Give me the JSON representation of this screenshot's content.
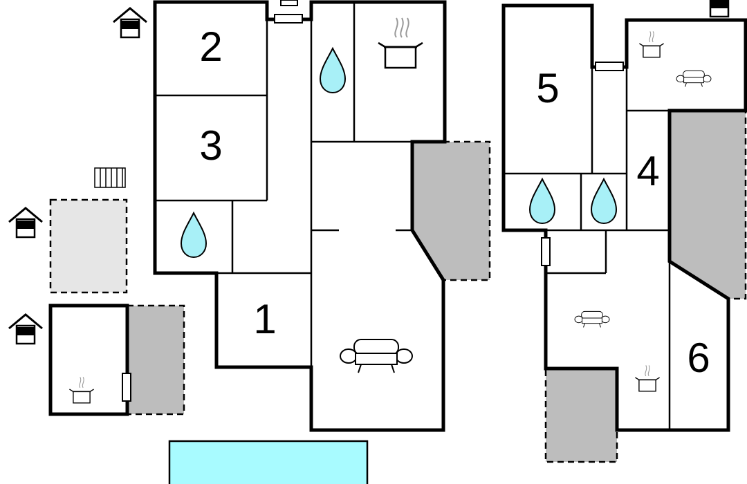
{
  "colors": {
    "background": "#ffffff",
    "wall": "#000000",
    "terrace_dark": "#bdbdbd",
    "terrace_light": "#e6e6e6",
    "pool": "#a8fbff",
    "water_drop": "#a8f0f7"
  },
  "rooms": {
    "r1": "1",
    "r2": "2",
    "r3": "3",
    "r4": "4",
    "r5": "5",
    "r6": "6"
  },
  "icons": {
    "bathroom": "water-drop-icon",
    "kitchen": "cooking-pot-icon",
    "living": "sofa-icon",
    "parking": "garage-icon",
    "fireplace": "radiator-icon",
    "window": "window-icon",
    "pool": "swimming-pool"
  }
}
